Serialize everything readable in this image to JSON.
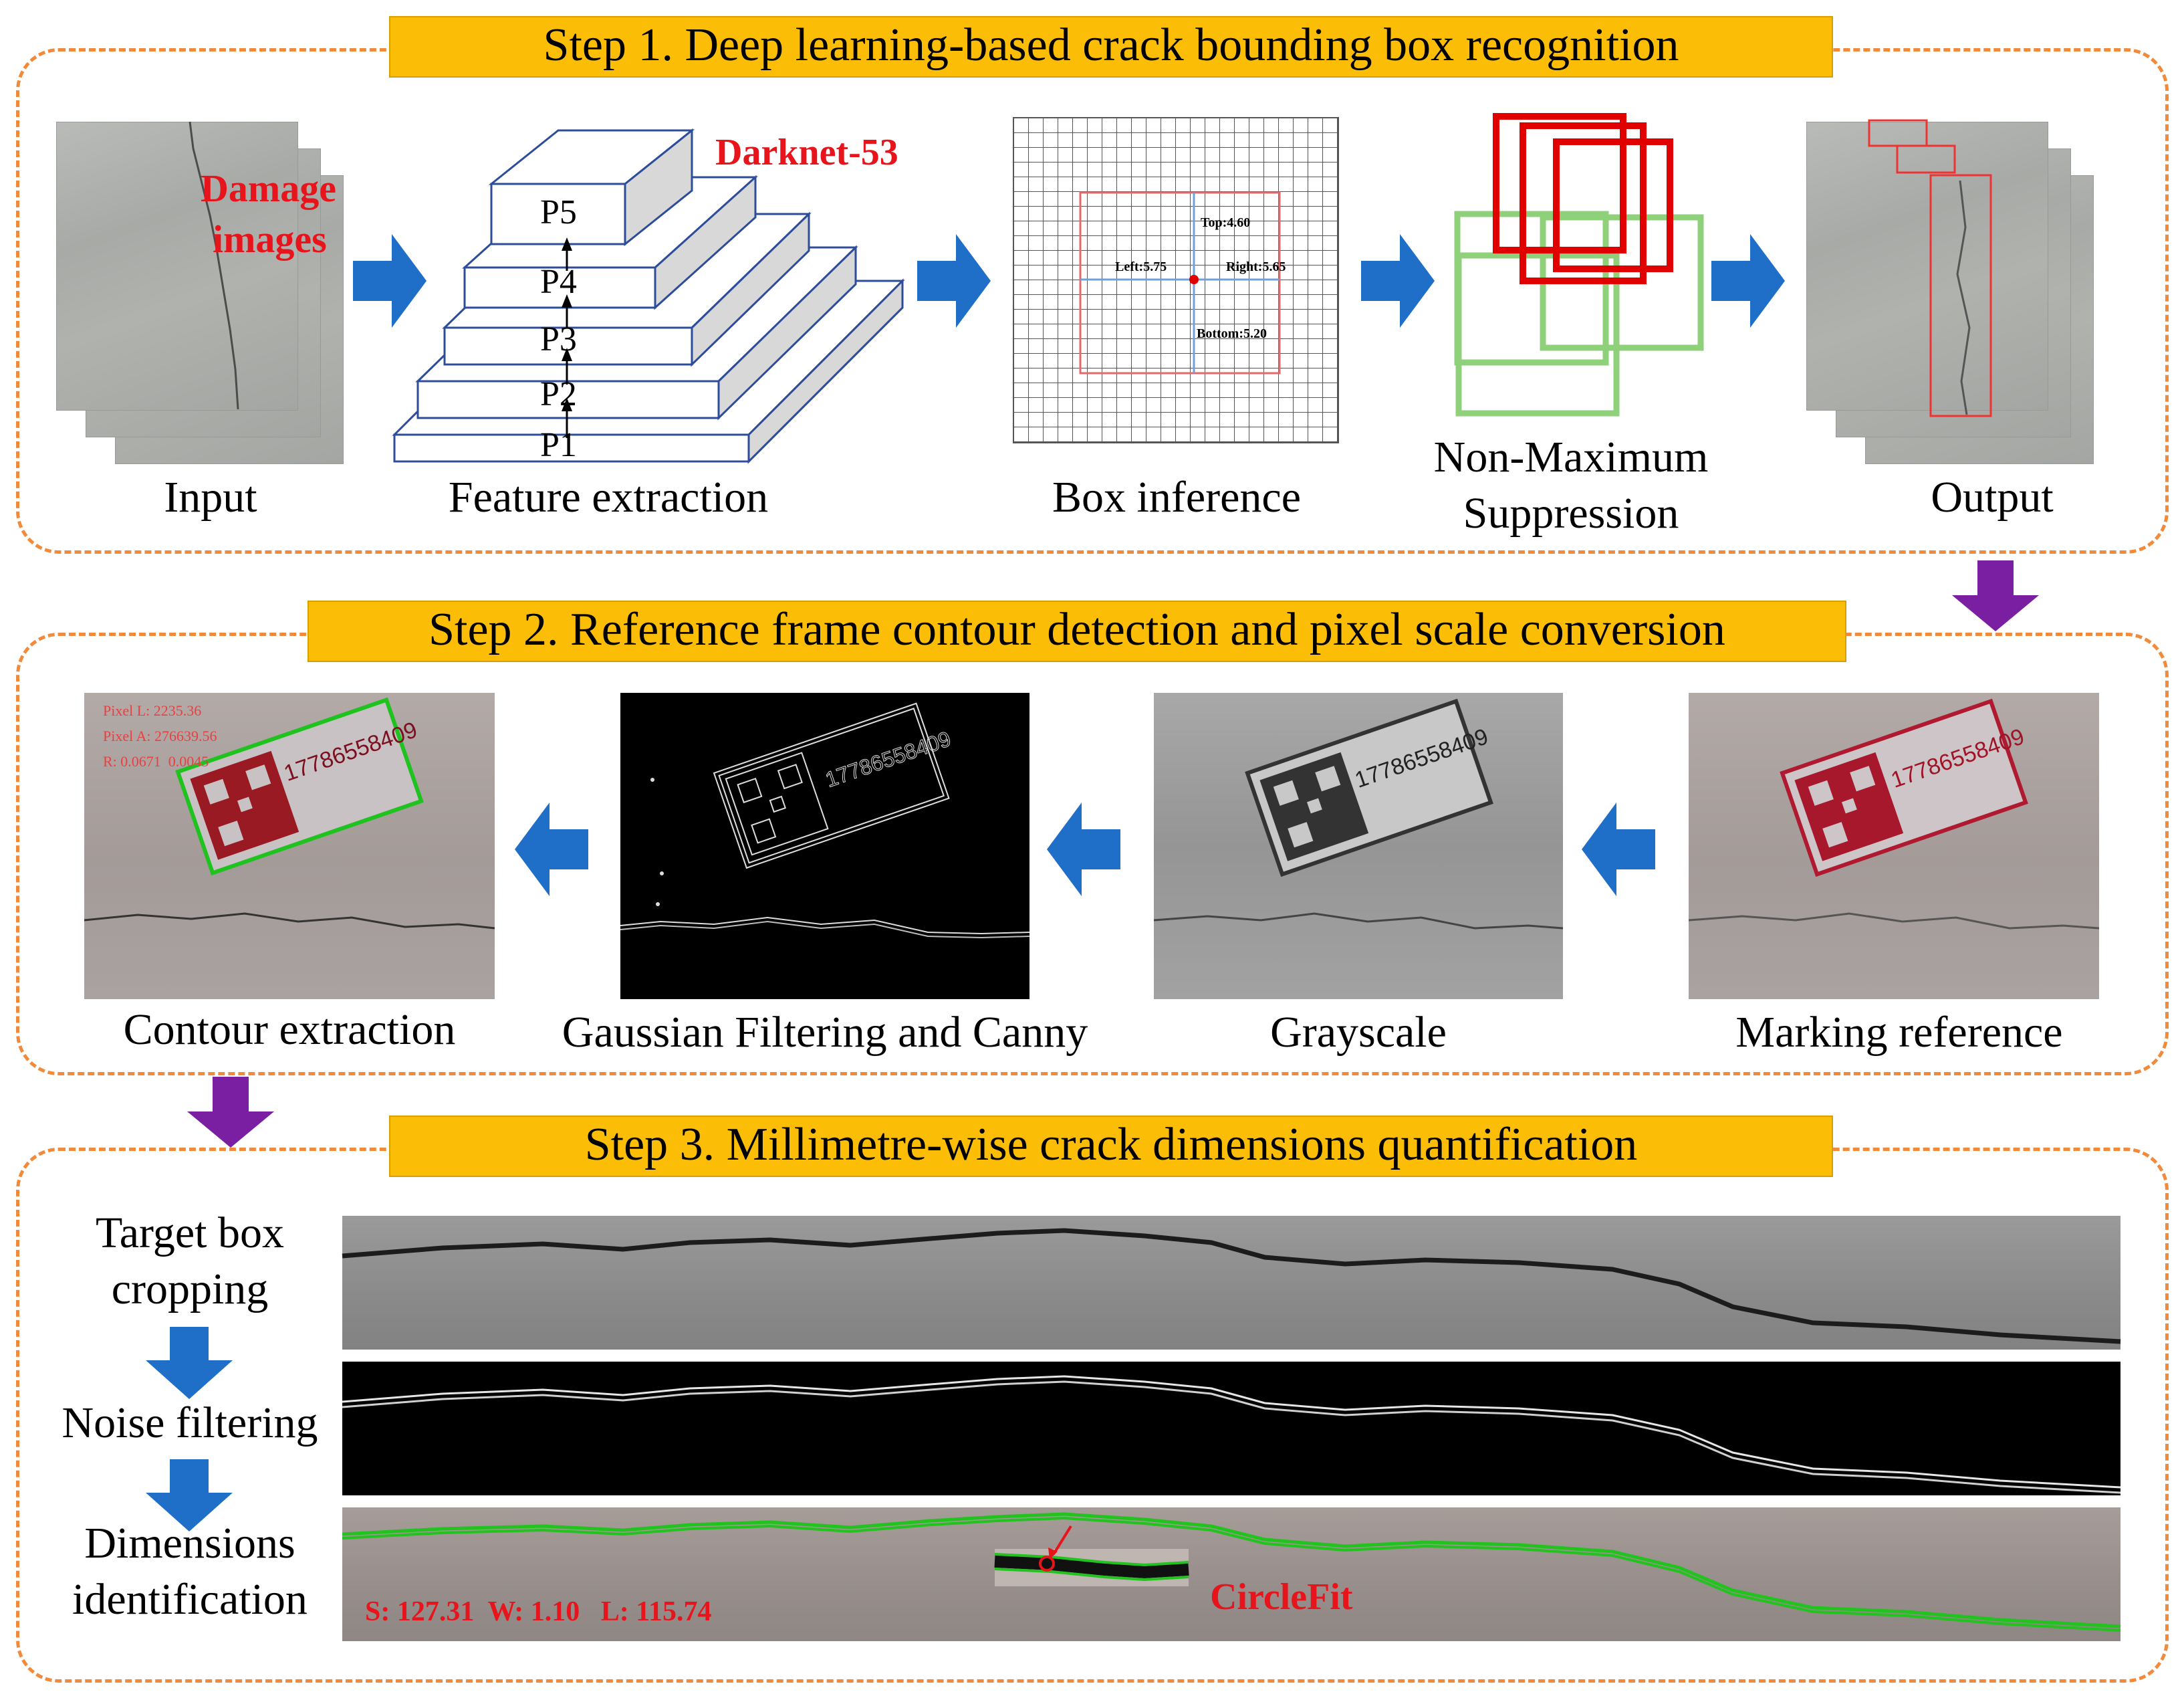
{
  "steps": {
    "step1": {
      "title": "Step 1. Deep learning-based crack bounding box recognition",
      "labels": {
        "input": "Input",
        "feature": "Feature extraction",
        "box": "Box inference",
        "nms_line1": "Non-Maximum",
        "nms_line2": "Suppression",
        "output": "Output"
      },
      "damage_line1": "Damage",
      "damage_line2": "images",
      "network": "Darknet-53",
      "pyramid_levels": [
        "P5",
        "P4",
        "P3",
        "P2",
        "P1"
      ],
      "box_inference": {
        "top": "Top:4.60",
        "left": "Left:5.75",
        "right": "Right:5.65",
        "bottom": "Bottom:5.20"
      }
    },
    "step2": {
      "title": "Step 2. Reference frame contour detection and pixel scale conversion",
      "labels": {
        "contour": "Contour extraction",
        "gaussian": "Gaussian Filtering and Canny",
        "grayscale": "Grayscale",
        "marking": "Marking reference"
      },
      "marker_number": "17786558409",
      "measurements": {
        "pixel_l": "Pixel L: 2235.36",
        "pixel_a": "Pixel A: 276639.56",
        "ratio": "R: 0.0671  0.0045"
      }
    },
    "step3": {
      "title": "Step 3. Millimetre-wise crack dimensions quantification",
      "stages": {
        "crop_line1": "Target box",
        "crop_line2": "cropping",
        "noise": "Noise filtering",
        "dim_line1": "Dimensions",
        "dim_line2": "identification"
      },
      "result": "S: 127.31  W: 1.10   L: 115.74",
      "circlefit": "CircleFit"
    }
  },
  "colors": {
    "dash_border": "#f28a3c",
    "title_fill": "#fbbd06",
    "arrow_blue": "#1f6fc8",
    "arrow_purple": "#7a1fa2",
    "nms_red": "#e00000",
    "nms_green": "#8fd07a",
    "contour_green": "#22c21f",
    "annotation_red": "#e8141b"
  }
}
